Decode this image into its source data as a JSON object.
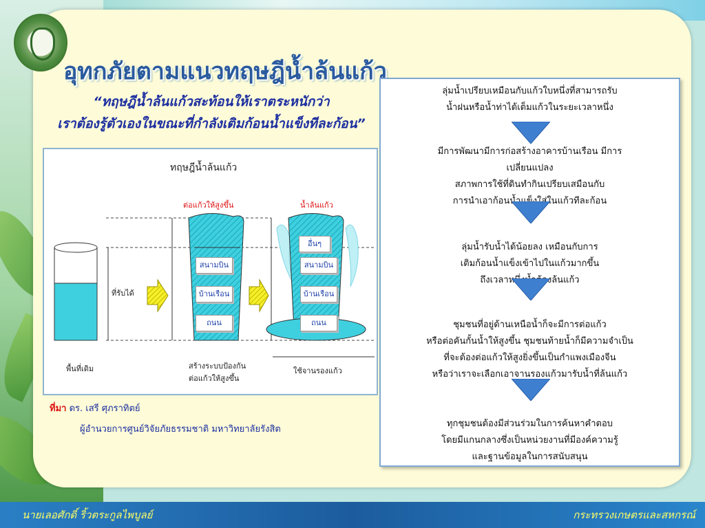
{
  "header": {
    "title": "อุทกภัยตามแนวทฤษฎีน้ำล้นแก้ว"
  },
  "quote": {
    "line1": "“ทฤษฎีน้ำล้นแก้วสะท้อนให้เราตระหนักว่า",
    "line2": "เราต้องรู้ตัวเองในขณะที่กำลังเติมก้อนน้ำแข็งทีละก้อน”"
  },
  "diagram": {
    "title": "ทฤษฎีน้ำล้นแก้ว",
    "label_raise": "ต่อแก้วให้สูงขึ้น",
    "label_overflow": "น้ำล้นแก้ว",
    "label_capacity": "ที่รับได้",
    "label_original": "พื้นที่เดิม",
    "label_build_line1": "สร้างระบบป้องกัน",
    "label_build_line2": "ต่อแก้วให้สูงขึ้น",
    "label_saucer": "ใช้จานรองแก้ว",
    "box_airport": "สนามบิน",
    "box_houses": "บ้านเรือน",
    "box_roads": "ถนน",
    "box_others": "อื่นๆ"
  },
  "source": {
    "label": "ที่มา",
    "author": "ดร. เสรี ศุภราทิตย์",
    "affiliation": "ผู้อำนวยการศูนย์วิจัยภัยธรรมชาติ มหาวิทยาลัยรังสิต"
  },
  "flow": {
    "steps": [
      [
        "ลุ่มน้ำเปรียบเหมือนกับแก้วใบหนึ่งที่สามารถรับ",
        "น้ำฝนหรือน้ำท่าได้เต็มแก้วในระยะเวลาหนึ่ง"
      ],
      [
        "มีการพัฒนามีการก่อสร้างอาคารบ้านเรือน มีการ",
        "เปลี่ยนแปลง",
        "สภาพการใช้ที่ดินทำกินเปรียบเสมือนกับ",
        "การนำเอาก้อนน้ำแข็งใส่ในแก้วทีละก้อน"
      ],
      [
        "ลุ่มน้ำรับน้ำได้น้อยลง เหมือนกับการ",
        "เติมก้อนน้ำแข็งเข้าไปในแก้วมากขึ้น",
        "ถึงเวลาหนึ่งน้ำต้องล้นแก้ว"
      ],
      [
        "ชุมชนที่อยู่ด้านเหนือน้ำก็จะมีการต่อแก้ว",
        "หรือต่อคันกั้นน้ำให้สูงขึ้น ชุมชนท้ายน้ำก็มีความจำเป็น",
        "ที่จะต้องต่อแก้วให้สูงยิ่งขึ้นเป็นกำแพงเมืองจีน",
        "หรือว่าเราจะเลือกเอาจานรองแก้วมารับน้ำที่ล้นแก้ว"
      ],
      [
        "ทุกชุมชนต้องมีส่วนร่วมในการค้นหาคำตอบ",
        "โดยมีแกนกลางซึ่งเป็นหน่วยงานที่มีองค์ความรู้",
        "และฐานข้อมูลในการสนับสนุน"
      ]
    ]
  },
  "footer": {
    "left": "นายเลอศักดิ์  ริ้วตระกูลไพบูลย์",
    "right": "กระทรวงเกษตรและสหกรณ์"
  },
  "colors": {
    "title": "#2a5a9e",
    "quote": "#1d2fa0",
    "water": "#3fd0e0",
    "arrow": "#3f7fd0",
    "footer": "#1c5c9e",
    "footer_text": "#ffff66"
  }
}
